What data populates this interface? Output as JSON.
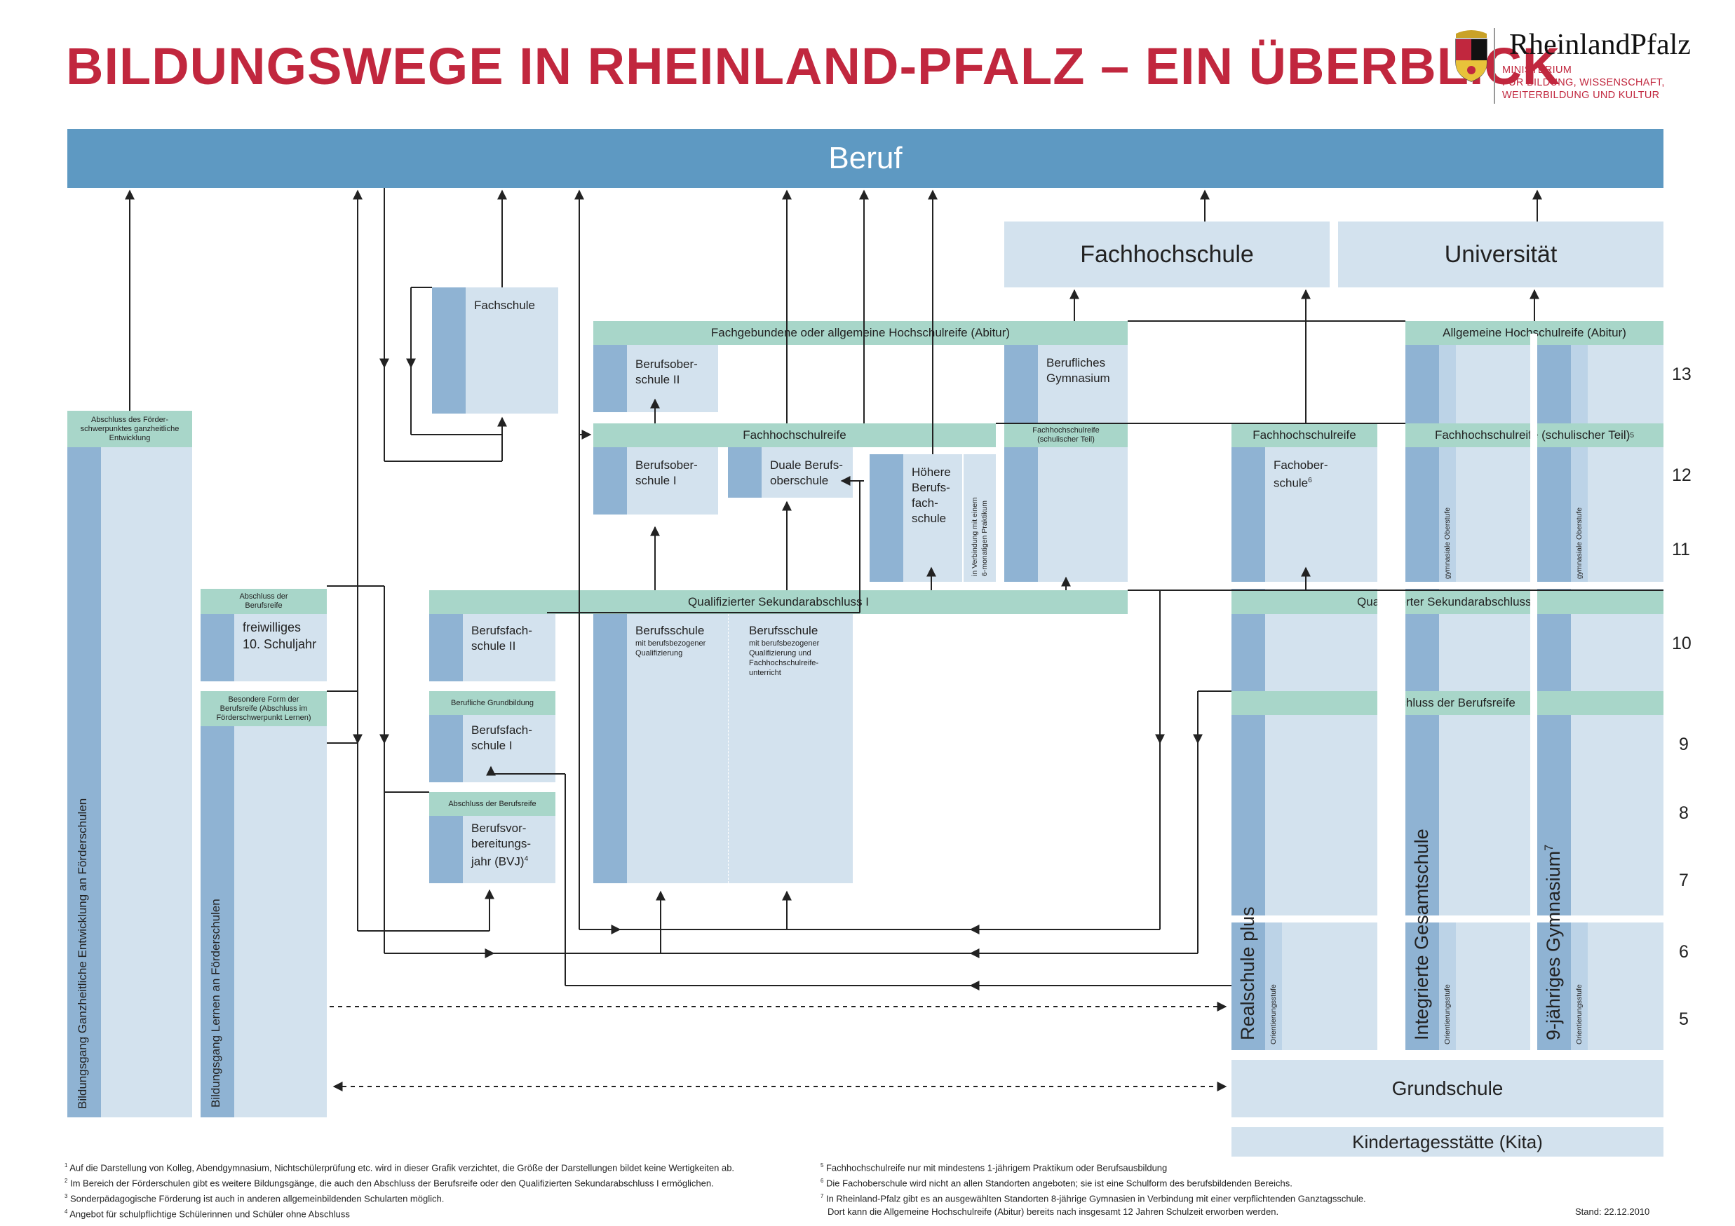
{
  "title": "BILDUNGSWEGE IN RHEINLAND-PFALZ – EIN ÜBERBLICK",
  "logo": {
    "name": "RheinlandPfalz",
    "line1": "MINISTERIUM",
    "line2": "FÜR BILDUNG, WISSENSCHAFT,",
    "line3": "WEITERBILDUNG UND KULTUR"
  },
  "colors": {
    "title_red": "#c1273e",
    "beruf_blue": "#5e99c2",
    "light_blue": "#d3e2ee",
    "dark_blue": "#8fb3d3",
    "green": "#a8d6c9"
  },
  "top": {
    "beruf": "Beruf",
    "fachhochschule": "Fachhochschule",
    "universitaet": "Universität"
  },
  "headers": {
    "hochschulreife_fach": "Fachgebundene oder allgemeine Hochschulreife (Abitur)",
    "hochschulreife_allg": "Allgemeine Hochschulreife (Abitur)",
    "fhr_center": "Fachhochschulreife",
    "fhr_schulisch_a": "Fachhochschulreife",
    "fhr_schulisch_b": "(schulischer Teil)",
    "fhr_right": "Fachhochschulreife",
    "fhr_right2": "Fachhochschulreife (schulischer Teil)",
    "qsa_center": "Qualifizierter Sekundarabschluss I",
    "qsa_right": "Qualifizierter Sekundarabschluss I",
    "abschluss_berufsreife_right": "Abschluss der Berufsreife",
    "abschluss_berufsreife_small": "Abschluss der Berufsreife",
    "berufliche_grundbildung": "Berufliche Grundbildung",
    "foerder_abschluss_1": "Abschluss des Förder-",
    "foerder_abschluss_2": "schwerpunktes ganzheitliche",
    "foerder_abschluss_3": "Entwicklung",
    "abschluss_der_1": "Abschluss der",
    "abschluss_der_2": "Berufsreife",
    "besondere_1": "Besondere Form der",
    "besondere_2": "Berufsreife (Abschluss im",
    "besondere_3": "Förderschwerpunkt Lernen)"
  },
  "schools": {
    "fachschule": "Fachschule",
    "bos2_a": "Berufsober-",
    "bos2_b": "schule II",
    "beruf_gym_a": "Berufliches",
    "beruf_gym_b": "Gymnasium",
    "bos1_a": "Berufsober-",
    "bos1_b": "schule I",
    "dbos_a": "Duale Berufs-",
    "dbos_b": "oberschule",
    "hbf_a": "Höhere",
    "hbf_b": "Berufs-",
    "hbf_c": "fach-",
    "hbf_d": "schule",
    "hbf_vert_a": "in Verbindung mit einem",
    "hbf_vert_b": "6-monatigen Praktikum",
    "fos_a": "Fachober-",
    "fos_b": "schule",
    "fr10_a": "freiwilliges",
    "fr10_b": "10. Schuljahr",
    "bfs2_a": "Berufsfach-",
    "bfs2_b": "schule II",
    "bfs1_a": "Berufsfach-",
    "bfs1_b": "schule I",
    "bvj_a": "Berufsvor-",
    "bvj_b": "bereitungs-",
    "bvj_c": "jahr (BVJ)",
    "bs1_title": "Berufsschule",
    "bs1_a": "mit berufsbezogener",
    "bs1_b": "Qualifizierung",
    "bs2_title": "Berufsschule",
    "bs2_a": "mit berufsbezogener",
    "bs2_b": "Qualifizierung und",
    "bs2_c": "Fachhochschulreife-",
    "bs2_d": "unterricht",
    "gym_oberstufe_1": "gymnasiale Oberstufe",
    "gym_oberstufe_2": "gymnasiale Oberstufe",
    "realschule_plus": "Realschule plus",
    "igs": "Integrierte Gesamtschule",
    "gymnasium": "9-jähriges Gymnasium",
    "orient_1": "Orientierungsstufe",
    "orient_2": "Orientierungsstufe",
    "orient_3": "Orientierungsstufe",
    "foerder_ganz": "Bildungsgang Ganzheitliche Entwicklung an Förderschulen",
    "foerder_lernen": "Bildungsgang Lernen an Förderschulen",
    "grundschule": "Grundschule",
    "kita": "Kindertagesstätte (Kita)"
  },
  "grades": [
    "13",
    "12",
    "11",
    "10",
    "9",
    "8",
    "7",
    "6",
    "5"
  ],
  "footnotes": {
    "f1": "Auf die Darstellung von Kolleg, Abendgymnasium, Nichtschülerprüfung etc. wird in dieser Grafik verzichtet, die Größe der Darstellungen bildet keine Wertigkeiten ab.",
    "f2": "Im Bereich der Förderschulen gibt es weitere Bildungsgänge, die auch den Abschluss der Berufsreife oder den Qualifizierten Sekundarabschluss I ermöglichen.",
    "f3": "Sonderpädagogische Förderung ist auch in anderen allgemeinbildenden Schularten möglich.",
    "f4": "Angebot für schulpflichtige Schülerinnen und Schüler ohne Abschluss",
    "f5": "Fachhochschulreife nur mit mindestens 1-jährigem Praktikum oder Berufsausbildung",
    "f6": "Die Fachoberschule wird nicht an allen Standorten angeboten; sie ist eine Schulform des berufsbildenden Bereichs.",
    "f7a": "In Rheinland-Pfalz gibt es an ausgewählten Standorten 8-jährige Gymnasien in Verbindung mit einer verpflichtenden Ganztagsschule.",
    "f7b": "Dort kann die Allgemeine Hochschulreife (Abitur) bereits nach insgesamt 12 Jahren Schulzeit erworben werden.",
    "stand": "Stand: 22.12.2010"
  }
}
